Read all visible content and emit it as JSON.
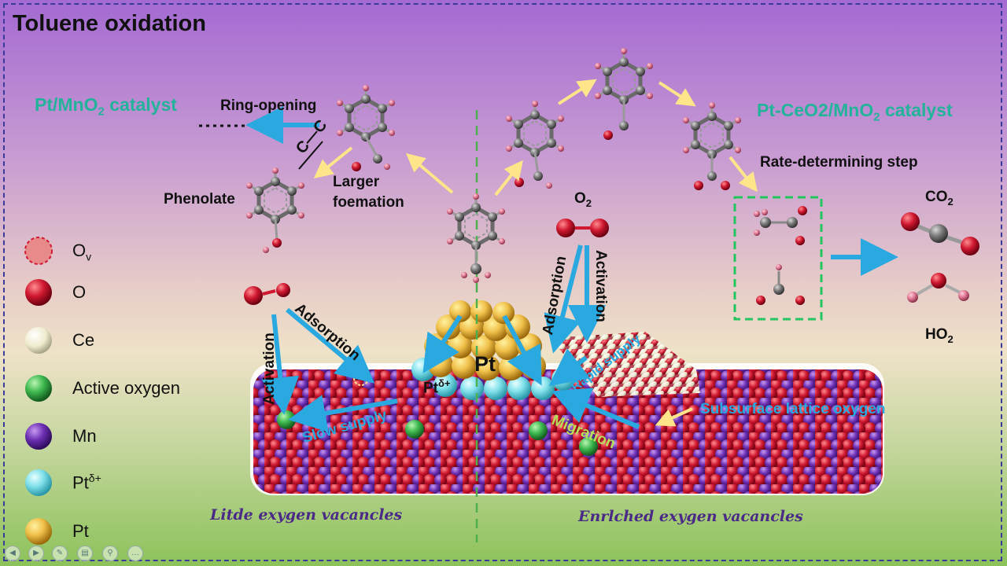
{
  "title": "Toluene oxidation",
  "catalyst_left": {
    "main": "Pt/MnO",
    "sub": "2",
    "rest": " catalyst"
  },
  "catalyst_right": {
    "main": "Pt-CeO2/MnO",
    "sub": "2",
    "rest": " catalyst"
  },
  "labels": {
    "ring_opening": "Ring-opening",
    "dots": "......",
    "phenolate": "Phenolate",
    "larger": "Larger",
    "foemation": "foemation",
    "rate_step": "Rate-determining step",
    "o2": "O",
    "o2_sub": "2",
    "co2": "CO",
    "co2_sub": "2",
    "ho2": "HO",
    "ho2_sub": "2",
    "pt": "Pt",
    "pt_delta": "Pt",
    "pt_delta_sup": "δ+",
    "cc": "C—C"
  },
  "arrow_labels": {
    "activation_left": "Activation",
    "adsorption_left": "Adsorption",
    "adsorption_right": "Adsorption",
    "activation_right": "Activation",
    "slow_supply": "Slow supply",
    "rapid_supply": "Rapid supply",
    "migration": "Migration",
    "subsurface": "Subsurface lattice oxygen"
  },
  "vacancies": {
    "left": "Litde exygen vacancles",
    "right": "Enrlched exygen vacancles"
  },
  "legend": [
    {
      "key": "ov",
      "label": "O",
      "sub": "v",
      "color": "#e88a8a"
    },
    {
      "key": "o",
      "label": "O",
      "color": "#d01830"
    },
    {
      "key": "ce",
      "label": "Ce",
      "color": "#efeccf"
    },
    {
      "key": "active",
      "label": "Active oxygen",
      "color": "#3db84e"
    },
    {
      "key": "mn",
      "label": "Mn",
      "color": "#6d2fb3"
    },
    {
      "key": "ptd",
      "label": "Pt",
      "sup": "δ+",
      "color": "#7fe0ea"
    },
    {
      "key": "pt",
      "label": "Pt",
      "color": "#f0c04a"
    }
  ],
  "colors": {
    "arrow_blue": "#29a9e0",
    "arrow_yellow": "#ffe58a",
    "catalyst_green": "#22b39a",
    "dashed_green": "#22c55e"
  },
  "icons": [
    "toolbar-back",
    "toolbar-forward",
    "toolbar-pen",
    "toolbar-slides",
    "toolbar-zoom",
    "toolbar-more"
  ]
}
